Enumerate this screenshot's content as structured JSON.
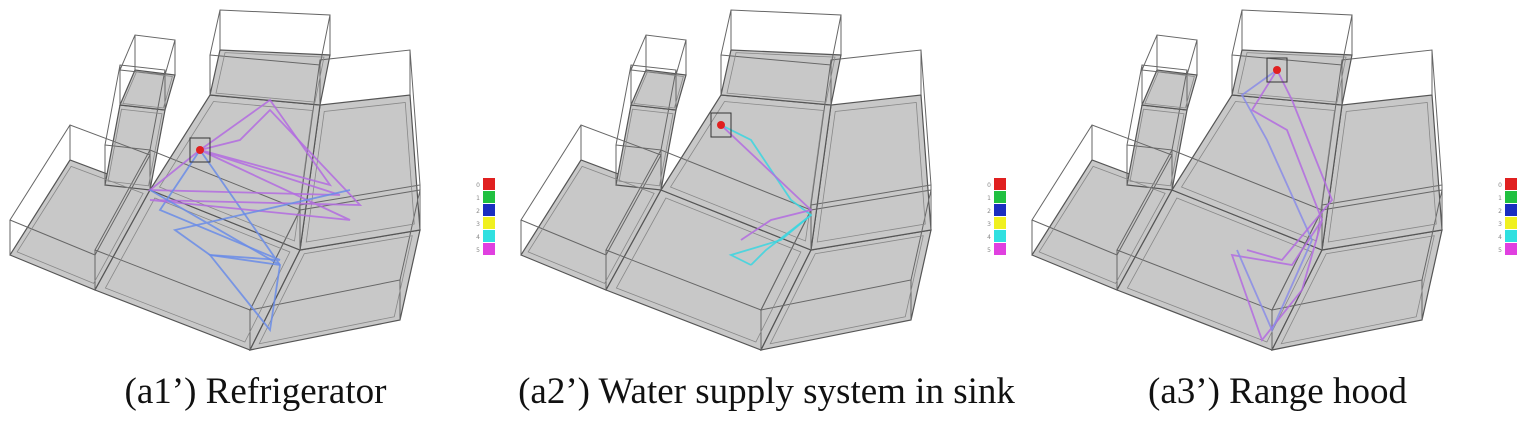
{
  "figure": {
    "panels": [
      {
        "id": "a1",
        "caption": "(a1’) Refrigerator",
        "appliance": "Refrigerator",
        "path_color": "#b36be0",
        "path_accent": "#6a8ce8"
      },
      {
        "id": "a2",
        "caption": "(a2’) Water supply system in sink",
        "appliance": "Water supply system in sink",
        "path_color": "#39d6e0",
        "path_accent": "#b36be0"
      },
      {
        "id": "a3",
        "caption": "(a3’) Range hood",
        "appliance": "Range hood",
        "path_color": "#b36be0",
        "path_accent": "#8a8ce8"
      }
    ],
    "legend": {
      "levels": [
        "0",
        "1",
        "2",
        "3",
        "4",
        "5"
      ],
      "colors": [
        "#e02020",
        "#20c040",
        "#1a2ec0",
        "#f0f020",
        "#30e0e0",
        "#e040e0"
      ]
    }
  }
}
